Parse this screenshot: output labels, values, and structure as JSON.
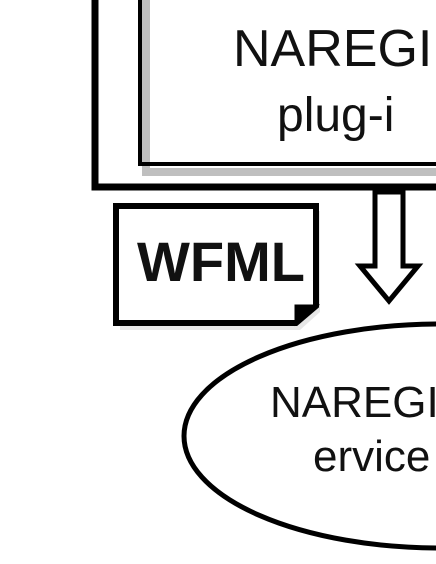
{
  "diagram": {
    "plugin_box": {
      "line1": "NAREGI",
      "line2": "plug-i"
    },
    "document": {
      "label": "WFML"
    },
    "service": {
      "line1": "NAREGI",
      "line2": "ervice"
    },
    "colors": {
      "stroke": "#000000",
      "fill": "#ffffff",
      "text": "#111111",
      "shadow": "#bfbfbf"
    }
  }
}
